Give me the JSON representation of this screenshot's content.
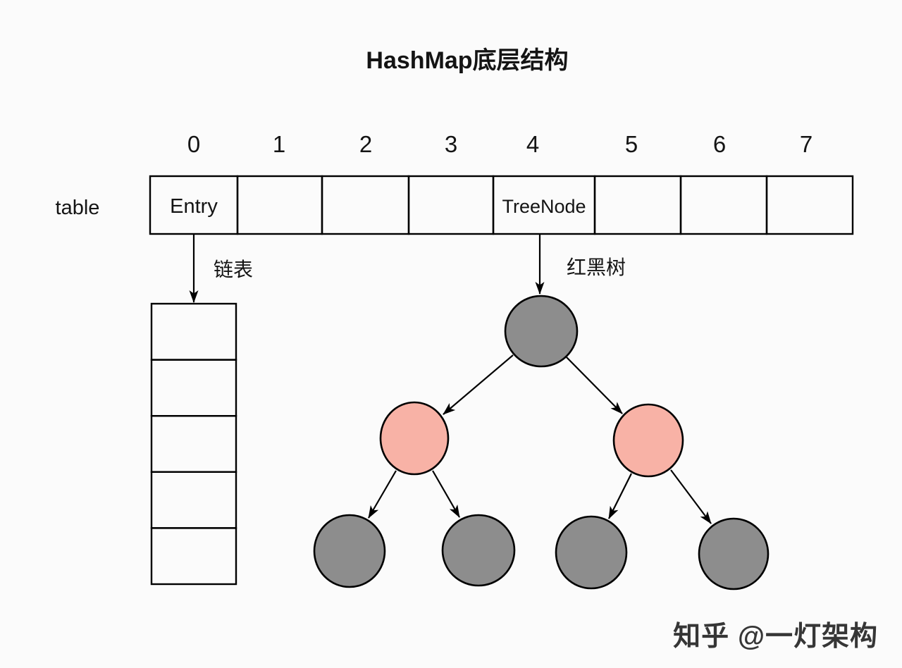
{
  "title": "HashMap底层结构",
  "array": {
    "label": "table",
    "indices": [
      "0",
      "1",
      "2",
      "3",
      "4",
      "5",
      "6",
      "7"
    ],
    "cells": [
      {
        "index": "0",
        "value": "Entry"
      },
      {
        "index": "1",
        "value": ""
      },
      {
        "index": "2",
        "value": ""
      },
      {
        "index": "3",
        "value": ""
      },
      {
        "index": "4",
        "value": "TreeNode"
      },
      {
        "index": "5",
        "value": ""
      },
      {
        "index": "6",
        "value": ""
      },
      {
        "index": "7",
        "value": ""
      }
    ]
  },
  "branches": {
    "linked_list": {
      "label": "链表",
      "from_index": "0",
      "cell_count": 5
    },
    "red_black_tree": {
      "label": "红黑树",
      "from_index": "4",
      "nodes": [
        {
          "id": "root",
          "color": "black",
          "fill": "#8d8d8d"
        },
        {
          "id": "left",
          "color": "red",
          "fill": "#f8b2a6"
        },
        {
          "id": "right",
          "color": "red",
          "fill": "#f8b2a6"
        },
        {
          "id": "left-left",
          "color": "black",
          "fill": "#8d8d8d"
        },
        {
          "id": "left-right",
          "color": "black",
          "fill": "#8d8d8d"
        },
        {
          "id": "right-left",
          "color": "black",
          "fill": "#8d8d8d"
        },
        {
          "id": "right-right",
          "color": "black",
          "fill": "#8d8d8d"
        }
      ],
      "edges": [
        {
          "from": "root",
          "to": "left"
        },
        {
          "from": "root",
          "to": "right"
        },
        {
          "from": "left",
          "to": "left-left"
        },
        {
          "from": "left",
          "to": "left-right"
        },
        {
          "from": "right",
          "to": "right-left"
        },
        {
          "from": "right",
          "to": "right-right"
        }
      ]
    }
  },
  "watermark": "知乎 @一灯架构",
  "colors": {
    "background": "#fbfbfb",
    "outline": "#000000",
    "node_black": "#8d8d8d",
    "node_red": "#f8b2a6",
    "watermark": "#c6c6c6"
  }
}
